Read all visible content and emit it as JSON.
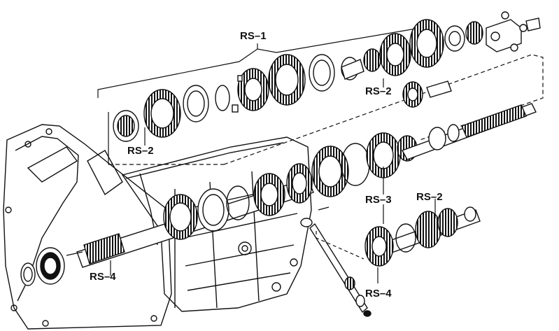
{
  "callouts": [
    {
      "id": "rs1",
      "text": "RS",
      "num": "1"
    },
    {
      "id": "rs2a",
      "text": "RS",
      "num": "2"
    },
    {
      "id": "rs2b",
      "text": "RS",
      "num": "2"
    },
    {
      "id": "rs3",
      "text": "RS",
      "num": "3"
    },
    {
      "id": "rs2c",
      "text": "RS",
      "num": "2"
    },
    {
      "id": "rs4a",
      "text": "RS",
      "num": "4"
    },
    {
      "id": "rs4b",
      "text": "RS",
      "num": "4"
    }
  ],
  "colors": {
    "ink": "#111111",
    "paper": "#ffffff"
  }
}
